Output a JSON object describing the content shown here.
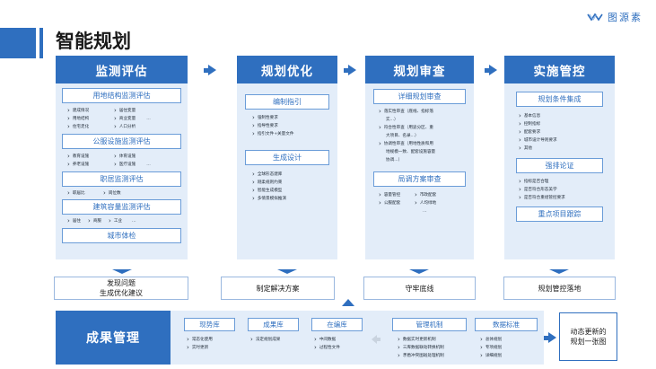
{
  "page": {
    "title": "智能规划"
  },
  "logo": {
    "text": "图源素"
  },
  "colors": {
    "primary": "#2f6fbf",
    "panel": "#e3edf9"
  },
  "columns": [
    {
      "header": "监测评估",
      "sections": [
        {
          "title": "用地结构监测评估",
          "rows": [
            [
              "建成情况",
              "居住变量"
            ],
            [
              "用地结构",
              "商业变量",
              "…"
            ],
            [
              "住宅走化",
              "人口分析"
            ]
          ]
        },
        {
          "title": "公服设施监测评估",
          "rows": [
            [
              "教育设施",
              "体育设施"
            ],
            [
              "养老设施",
              "医疗设施",
              "…"
            ]
          ]
        },
        {
          "title": "职居监测评估",
          "rows": [
            [
              "职居比",
              "岗位数"
            ]
          ]
        },
        {
          "title": "建筑容量监测评估",
          "rows": [
            [
              "居住",
              "商服",
              "工业",
              "…"
            ]
          ]
        },
        {
          "title": "城市体检",
          "rows": []
        }
      ],
      "output": [
        "发现问题",
        "生成优化建议"
      ]
    },
    {
      "header": "规划优化",
      "sections": [
        {
          "title": "编制指引",
          "rows": [
            [
              "强制性要求"
            ],
            [
              "指导性要求"
            ],
            [
              "指引文件+关量文件"
            ]
          ]
        },
        {
          "title": "生成设计",
          "rows": [
            [
              "全球形态建库"
            ],
            [
              "刚柔规则约束"
            ],
            [
              "智能生成模型"
            ],
            [
              "多情景模拟推演"
            ]
          ]
        }
      ],
      "output": [
        "制定解决方案"
      ]
    },
    {
      "header": "规划审查",
      "sections": [
        {
          "title": "详细规划审查",
          "rows": [
            [
              "落实性审查（底线、指标落"
            ],
            [
              "实...）",
              ""
            ],
            [
              "符合性审查（用途分区、重"
            ],
            [
              "大项目、名录...）",
              ""
            ],
            [
              "协调性审查（用地性质和用"
            ],
            [
              "地规模一致、配套设施容量"
            ],
            [
              "协调...）",
              ""
            ]
          ]
        },
        {
          "title": "局调方案审查",
          "rows": [
            [
              "容量管控",
              "市政配套"
            ],
            [
              "公服配套",
              "人均绿地"
            ],
            [
              "…"
            ]
          ]
        }
      ],
      "output": [
        "守牢底线"
      ]
    },
    {
      "header": "实施管控",
      "sections": [
        {
          "title": "规划条件集成",
          "rows": [
            [
              "基本信息"
            ],
            [
              "控制指标"
            ],
            [
              "配套要求"
            ],
            [
              "城市设计导则要求"
            ],
            [
              "其他"
            ]
          ]
        },
        {
          "title": "强排论证",
          "rows": [
            [
              "指标是否合理"
            ],
            [
              "是否符合形态美学"
            ],
            [
              "是否符合重组管控要求"
            ]
          ]
        },
        {
          "title": "重点项目跟踪",
          "rows": []
        }
      ],
      "output": [
        "规划管控落地"
      ]
    }
  ],
  "bottom": {
    "header": "成果管理",
    "groups": [
      {
        "title": "现势库",
        "items": [
          "常态化使用",
          "实时更新"
        ]
      },
      {
        "title": "成果库",
        "items": [
          "法定规划成果"
        ]
      },
      {
        "title": "在编库",
        "items": [
          "中间数据",
          "过程性文件"
        ]
      },
      {
        "title": "管理机制",
        "items": [
          "数据实时更新机制",
          "三库数据联动转换机制",
          "矛盾冲突图斑处理机制"
        ]
      },
      {
        "title": "数据标准",
        "items": [
          "总体规划",
          "专项规划",
          "详细规划"
        ]
      }
    ],
    "final": [
      "动态更新的",
      "规划一张图"
    ]
  }
}
